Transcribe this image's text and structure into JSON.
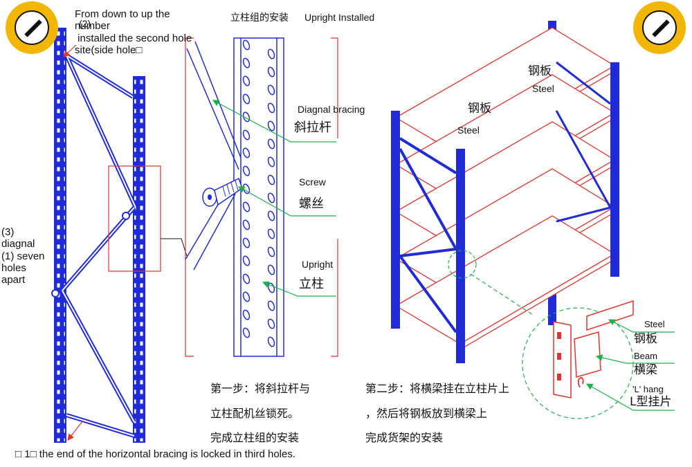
{
  "header": {
    "title_cn": "立柱组的安装",
    "title_en": "Upright Installed"
  },
  "left_notes": {
    "step2_num": "(2)",
    "step2_text": "From down to up the\nnumber\n installed the second hole\nsite(side hole□",
    "step3": "(3)\ndiagnal\n(1) seven\nholes\napart",
    "bottom_note": "□ 1□ the end of the horizontal bracing is locked in third holes."
  },
  "detail_labels": {
    "bracing_en": "Diagnal bracing",
    "bracing_cn": "斜拉杆",
    "screw_en": "Screw",
    "screw_cn": "螺丝",
    "upright_en": "Upright",
    "upright_cn": "立柱"
  },
  "shelf_labels": {
    "steel_cn_1": "钢板",
    "steel_en_1": "Steel",
    "steel_cn_2": "钢板",
    "steel_en_2": "Steel"
  },
  "hook_labels": {
    "steel_en": "Steel",
    "steel_cn": "钢板",
    "beam_en": "Beam",
    "beam_cn": "横梁",
    "lhang_en": "'L' hang",
    "lhang_cn": "L型挂片"
  },
  "steps": {
    "step1_line1": "第一步：将斜拉杆与",
    "step1_line2": "立柱配机丝锁死。",
    "step1_line3": "完成立柱组的安装",
    "step2_line1": "第二步：将横梁挂在立柱片上",
    "step2_line2": "，然后将钢板放到横梁上",
    "step2_line3": "完成货架的安装"
  },
  "icons": {
    "left_badge": "pdf-xchange-badge-icon",
    "right_badge": "pdf-xchange-badge-icon"
  },
  "colors": {
    "upright_blue": "#1f2bd6",
    "beam_red": "#e0332c",
    "leader_green": "#19b34a"
  }
}
